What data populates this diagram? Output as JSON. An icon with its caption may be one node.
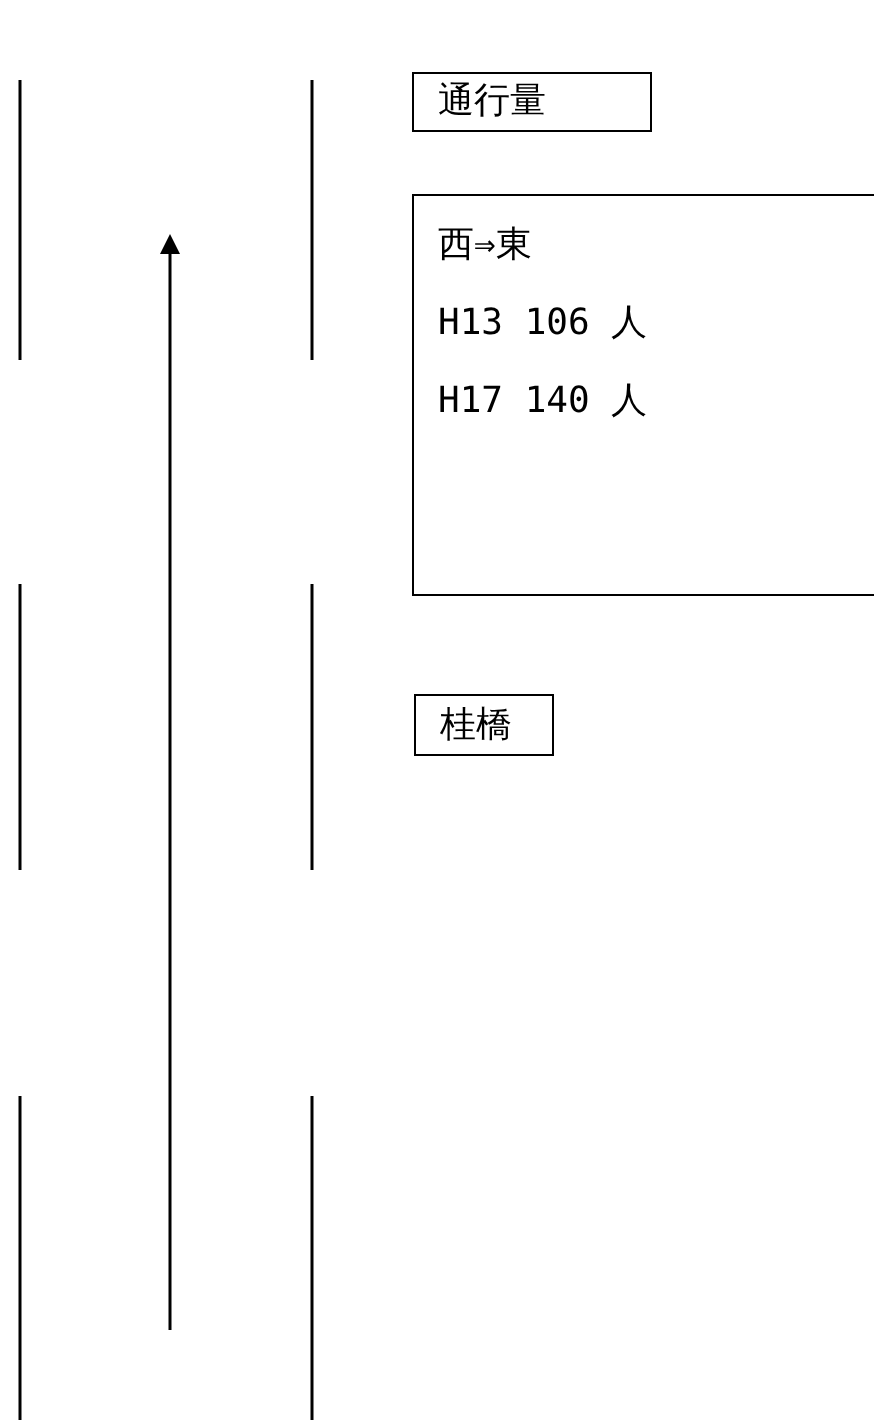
{
  "diagram": {
    "nodes": [
      {
        "text": [
          "通行量"
        ]
      },
      {
        "text": [
          "西⇒東",
          "H13 106 人",
          "H17 140 人"
        ]
      },
      {
        "text": [
          "桂橋"
        ]
      }
    ]
  }
}
